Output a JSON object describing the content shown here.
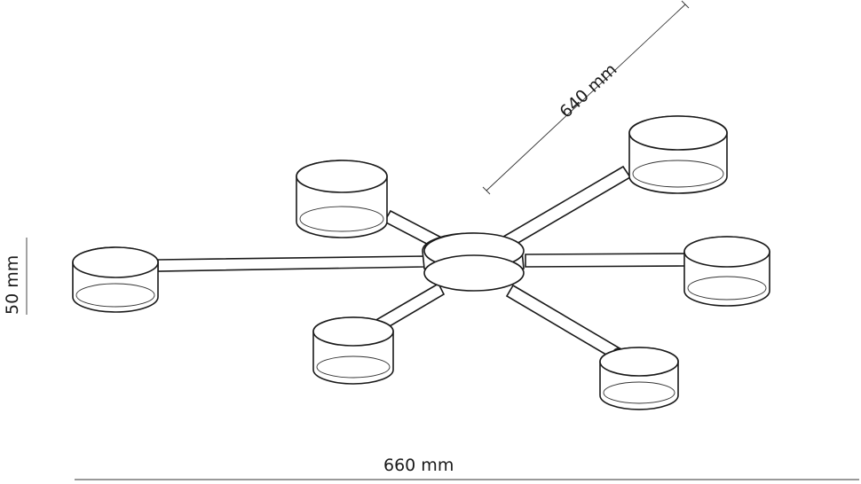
{
  "dimensions": {
    "diagonal": "640 mm",
    "height": "50 mm",
    "width": "660 mm"
  },
  "colors": {
    "stroke": "#1a1a1a",
    "background": "#ffffff"
  }
}
